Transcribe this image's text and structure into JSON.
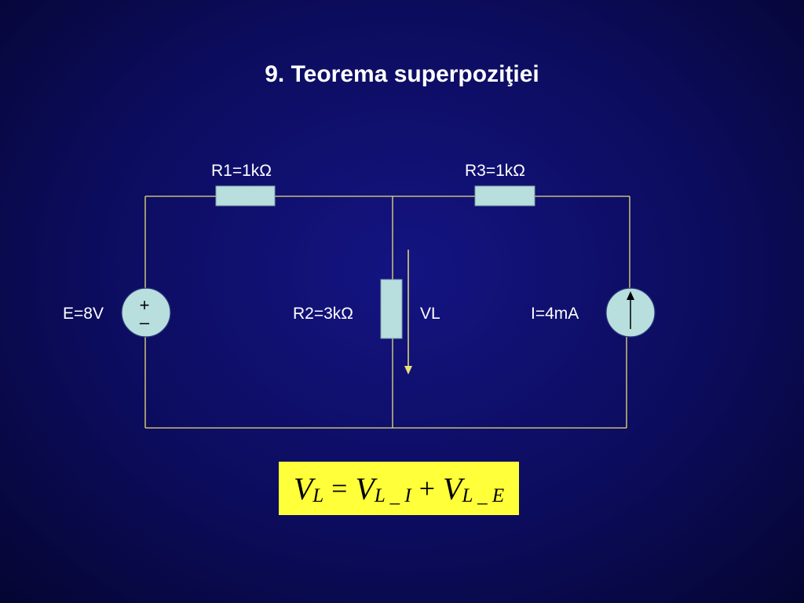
{
  "slide": {
    "title": "9. Teorema superpoziţiei"
  },
  "circuit": {
    "r1_label": "R1=1kΩ",
    "r2_label": "R2=3kΩ",
    "r3_label": "R3=1kΩ",
    "voltage_source_label": "E=8V",
    "voltage_source_plus": "+",
    "voltage_source_minus": "–",
    "current_source_label": "I=4mA",
    "load_voltage_label": "VL"
  },
  "formula": {
    "lhs": "V",
    "lhs_sub": "L",
    "eq": "=",
    "term1": "V",
    "term1_sub": "L _ I",
    "plus": "+",
    "term2": "V",
    "term2_sub": "L _ E"
  },
  "colors": {
    "background": "#0c0c5e",
    "wire": "#e8e07a",
    "component_fill": "#b8dede",
    "formula_box": "#ffff3a",
    "text": "#ffffff"
  }
}
